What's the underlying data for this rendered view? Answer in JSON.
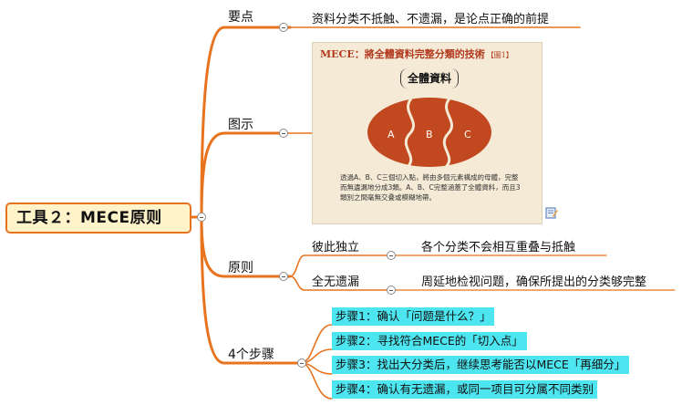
{
  "root": {
    "label": "工具２：MECE原则"
  },
  "branches": {
    "key_points": {
      "label": "要点",
      "detail": "资料分类不抵触、不遗漏，是论点正确的前提"
    },
    "figure": {
      "label": "图示",
      "title": "MECE：將全體資料完整分類的技術",
      "title_tag": "【圖1】",
      "heading": "全體資料",
      "parts": [
        "A",
        "B",
        "C"
      ],
      "caption": "透過A、B、C三個切入點，將由多個元素構成的母體，完整而無遺漏地分成3類。A、B、C完整涵蓋了全體資料，而且3類別之間毫無交叠或模糊地帶。"
    },
    "principles": {
      "label": "原则",
      "items": [
        {
          "name": "彼此独立",
          "detail": "各个分类不会相互重叠与抵触"
        },
        {
          "name": "全无遗漏",
          "detail": "周延地检视问题，确保所提出的分类够完整"
        }
      ]
    },
    "steps": {
      "label": "4个步骤",
      "items": [
        "步骤1：确认「问题是什么？」",
        "步骤2：寻找符合MECE的「切入点」",
        "步骤3：找出大分类后，继续思考能否以MECE「再细分」",
        "步骤4：确认有无遗漏，或同一项目可分属不同类别"
      ]
    }
  },
  "colors": {
    "branch": "#e8731e",
    "root_fill": "#fff3c9",
    "step_highlight": "#4de5ef",
    "ellipse": "#c2481f"
  },
  "icons": {
    "toggle": "collapse-minus-icon",
    "note": "note-icon"
  }
}
